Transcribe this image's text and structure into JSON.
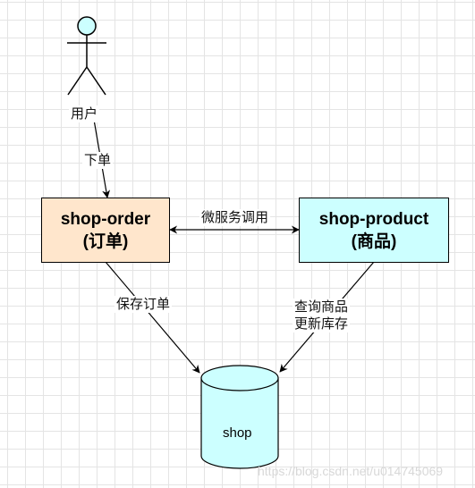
{
  "actor": {
    "label": "用户"
  },
  "edges": {
    "order": "下单",
    "rpc": "微服务调用",
    "save": "保存订单",
    "query_line1": "查询商品",
    "query_line2": "更新库存"
  },
  "nodes": {
    "order": {
      "name": "shop-order",
      "sub": "(订单)"
    },
    "product": {
      "name": "shop-product",
      "sub": "(商品)"
    },
    "db": {
      "label": "shop"
    }
  },
  "colors": {
    "order_fill": "#ffe6cc",
    "product_fill": "#ccffff",
    "db_fill": "#ccffff",
    "actor_head_fill": "#ccffff",
    "stroke": "#000000"
  },
  "watermark": "https://blog.csdn.net/u014745069"
}
